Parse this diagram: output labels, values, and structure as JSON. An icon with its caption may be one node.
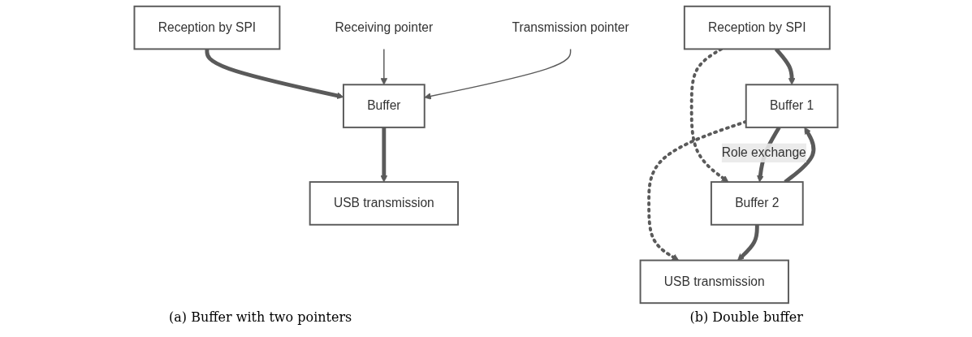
{
  "diagram": {
    "nodes": [
      {
        "text": [
          "Reception by SPI"
        ]
      },
      {
        "text": [
          "Buffer"
        ]
      },
      {
        "text": [
          "USB transmission"
        ]
      },
      {
        "text": [
          "Receiving pointer"
        ]
      },
      {
        "text": [
          "Transmission pointer"
        ]
      },
      {
        "text": [
          "Reception by SPI"
        ]
      },
      {
        "text": [
          "Buffer 1"
        ]
      },
      {
        "text": [
          "Buffer 2"
        ]
      },
      {
        "text": [
          "USB transmission"
        ]
      }
    ],
    "edges": [
      {
        "from": 0,
        "to": 1,
        "arrow": "to"
      },
      {
        "from": 1,
        "to": 2,
        "arrow": "to"
      },
      {
        "from": 3,
        "to": 1,
        "arrow": "to"
      },
      {
        "from": 4,
        "to": 1,
        "arrow": "to"
      },
      {
        "from": 5,
        "to": 6,
        "arrow": "to"
      },
      {
        "from": 5,
        "to": 7,
        "arrow": "to",
        "style": "dashed"
      },
      {
        "from": 6,
        "to": 7,
        "arrow": "to",
        "label": "Role exchange"
      },
      {
        "from": 7,
        "to": 6,
        "arrow": "to"
      },
      {
        "from": 6,
        "to": 8,
        "arrow": "to",
        "style": "dashed"
      },
      {
        "from": 7,
        "to": 8,
        "arrow": "to"
      }
    ],
    "labels": [
      "(a) Buffer with two pointers",
      "(b) Double buffer"
    ]
  }
}
